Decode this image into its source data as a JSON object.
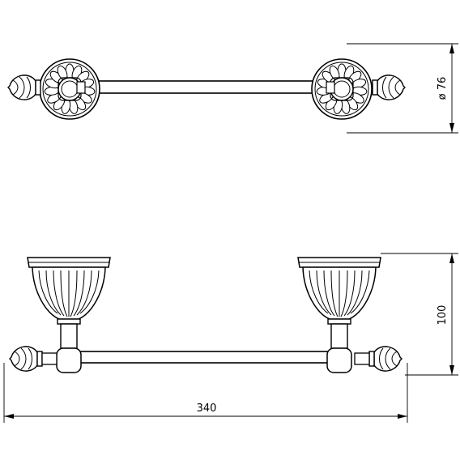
{
  "dimensions": {
    "diameter": "ø 76",
    "height": "100",
    "length": "340"
  },
  "colors": {
    "line": "#000000",
    "background": "#ffffff"
  }
}
